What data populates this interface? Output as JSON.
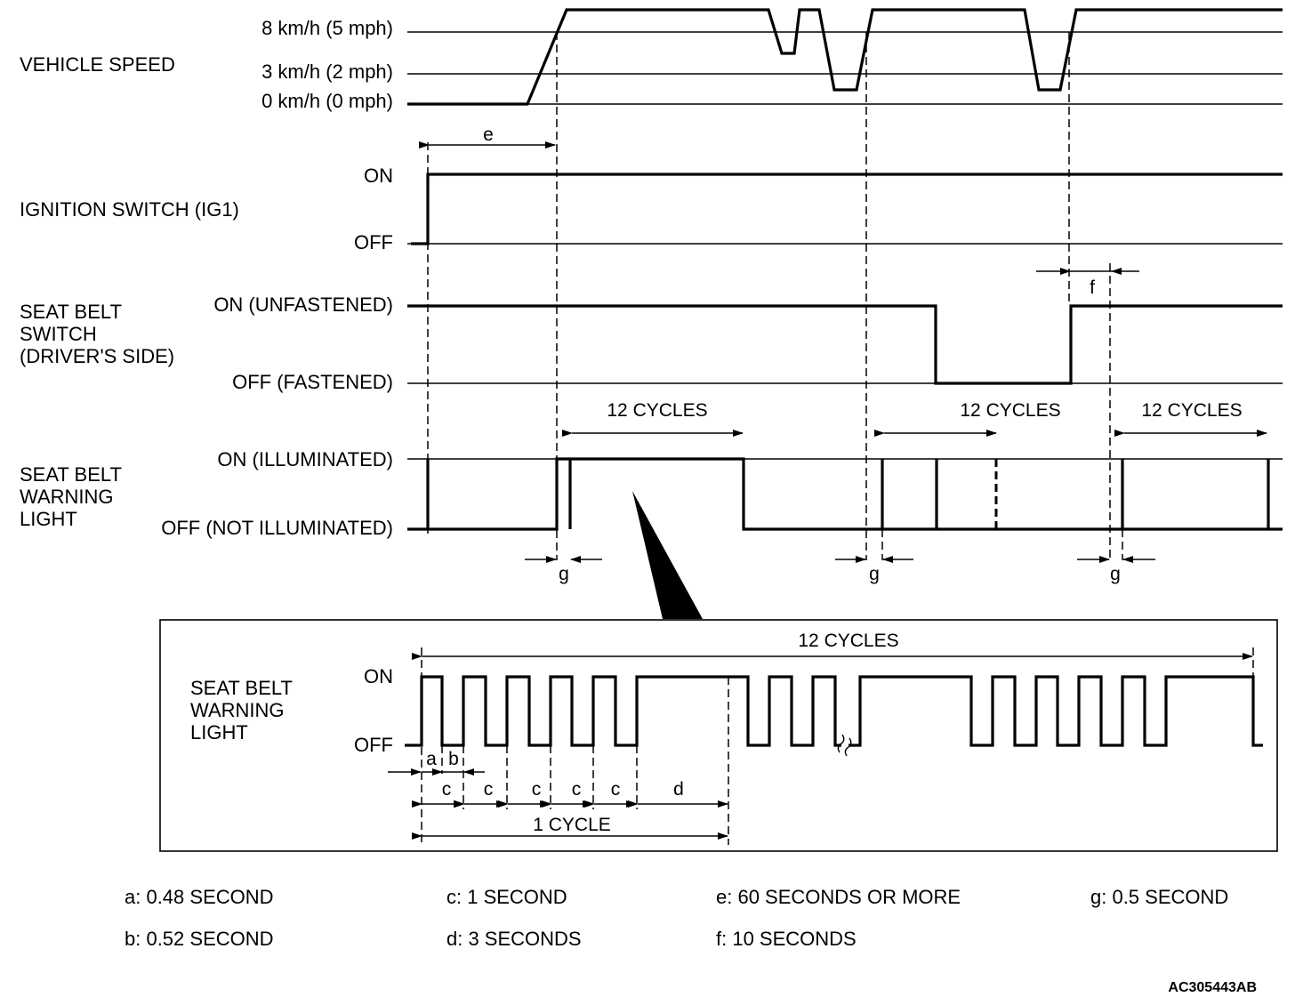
{
  "vehicle_speed": {
    "title": "VEHICLE SPEED",
    "levels": [
      "8 km/h (5 mph)",
      "3 km/h (2 mph)",
      "0 km/h (0 mph)"
    ]
  },
  "ignition": {
    "title": "IGNITION SWITCH (IG1)",
    "on": "ON",
    "off": "OFF"
  },
  "seat_belt_switch": {
    "title": [
      "SEAT BELT",
      "SWITCH",
      "(DRIVER'S SIDE)"
    ],
    "on": "ON (UNFASTENED)",
    "off": "OFF (FASTENED)"
  },
  "warning_light": {
    "title": [
      "SEAT BELT",
      "WARNING",
      "LIGHT"
    ],
    "on": "ON (ILLUMINATED)",
    "off": "OFF (NOT ILLUMINATED)"
  },
  "annotations": {
    "e": "e",
    "f": "f",
    "g": "g",
    "cycles": "12 CYCLES"
  },
  "detail": {
    "title": [
      "SEAT BELT",
      "WARNING",
      "LIGHT"
    ],
    "on": "ON",
    "off": "OFF",
    "cycles": "12 CYCLES",
    "a": "a",
    "b": "b",
    "c": "c",
    "d": "d",
    "one_cycle": "1 CYCLE"
  },
  "legend": {
    "a": "a: 0.48 SECOND",
    "b": "b: 0.52 SECOND",
    "c": "c: 1 SECOND",
    "d": "d: 3 SECONDS",
    "e": "e: 60 SECONDS  OR MORE",
    "f": "f: 10 SECONDS",
    "g": "g: 0.5 SECOND"
  },
  "figure_code": "AC305443AB"
}
